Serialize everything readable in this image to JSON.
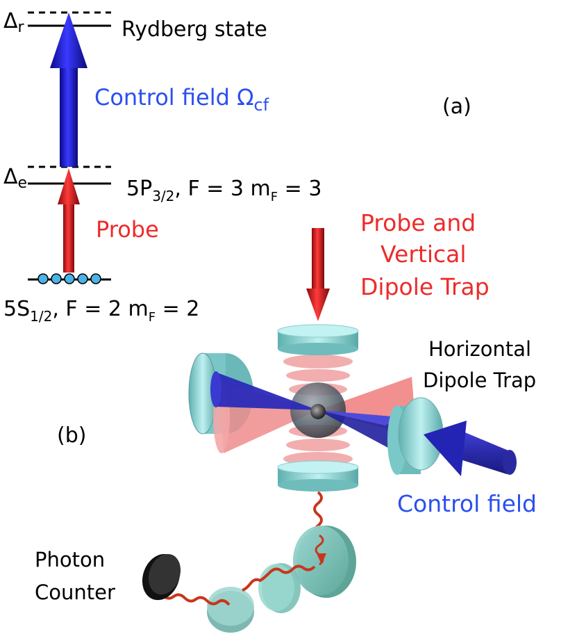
{
  "panel_a": {
    "panel_label": "(a)",
    "delta_r": "Δ",
    "delta_r_sub": "r",
    "rydberg_label": "Rydberg state",
    "control_label": "Control field Ω",
    "control_sub": "cf",
    "delta_e": "Δ",
    "delta_e_sub": "e",
    "excited_main": "5P",
    "excited_sub": "3/2",
    "excited_rest": ", F = 3  m",
    "excited_mf_sub": "F",
    "excited_mf_val": " = 3",
    "probe_label": "Probe",
    "ground_main": "5S",
    "ground_sub": "1/2",
    "ground_rest": ", F = 2 m",
    "ground_mf_sub": "F",
    "ground_mf_val": " = 2"
  },
  "panel_b": {
    "panel_label": "(b)",
    "probe_trap_line1": "Probe and",
    "probe_trap_line2": "Vertical",
    "probe_trap_line3": "Dipole Trap",
    "horizontal_line1": "Horizontal",
    "horizontal_line2": "Dipole Trap",
    "control_field": "Control field",
    "counter_line1": "Photon",
    "counter_line2": "Counter"
  },
  "colors": {
    "rydberg_arrow": "#1a1acc",
    "probe_arrow": "#d42020",
    "control_text": "#2a4ff0",
    "probe_text": "#ee2a2a",
    "mirror": "#8ed6d6",
    "atom": "#4ab3e8"
  }
}
